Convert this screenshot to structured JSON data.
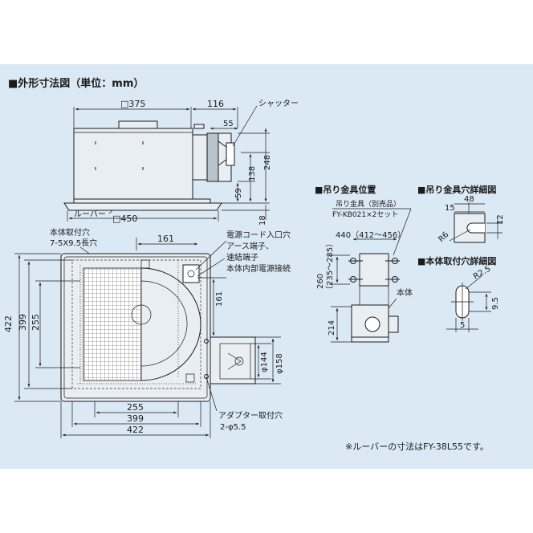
{
  "header": {
    "marker": "■",
    "title": "外形寸法図（単位：mm）"
  },
  "side_view": {
    "shutter_label": "シャッター",
    "louver_label": "ルーバー",
    "dims": {
      "width": "□375",
      "offset": "116",
      "shutter_w": "55",
      "height": "248",
      "lower": "138",
      "bottom": "59",
      "louver_h": "18",
      "louver_w": "□450"
    }
  },
  "plan_view": {
    "mount_hole_title": "本体取付穴",
    "mount_hole_spec": "7-5X9.5長穴",
    "cord_inlet": "電源コード入口穴",
    "ground_terminal": "アース端子、",
    "conn_terminal": "速結端子",
    "internal_conn": "本体内部電源接続",
    "adapter_hole_title": "アダプター取付穴",
    "adapter_hole_spec": "2-φ5.5",
    "dims": {
      "top": "161",
      "right_v": "161",
      "left_outer": "422",
      "left_mid": "399",
      "left_inner": "255",
      "bottom_inner": "255",
      "bottom_mid": "399",
      "bottom_outer": "422",
      "duct_inner": "φ144",
      "duct_outer": "φ158"
    }
  },
  "hanger_position": {
    "title": "■吊り金具位置",
    "fitting": "吊り金具（別売品）",
    "model": "FY-KB021×2セット",
    "width": "440（412〜456）",
    "height_a": "260",
    "height_b": "（235〜285）",
    "body_label": "本体",
    "depth": "214"
  },
  "hanger_detail": {
    "title": "■吊り金具穴詳細図",
    "d48": "48",
    "d15": "15",
    "d12": "12",
    "radius": "R6"
  },
  "mount_detail": {
    "title": "■本体取付穴詳細図",
    "radius": "R2.5",
    "d95": "9.5",
    "d5": "5"
  },
  "note": "※ルーバーの寸法はFY-38L55です。",
  "colors": {
    "panel": "#dbe9f5",
    "line": "#1b1b1b",
    "body_fill": "#e9eef3"
  }
}
